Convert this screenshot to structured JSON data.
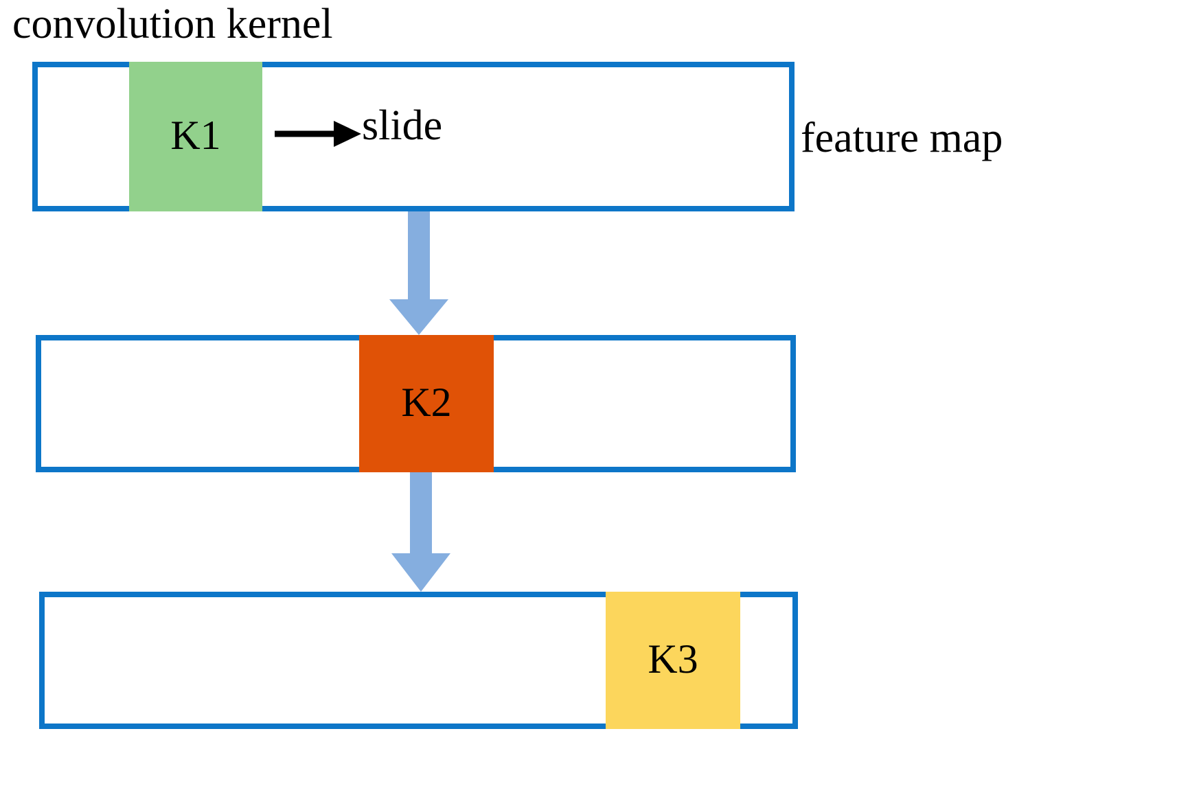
{
  "diagram": {
    "title": "convolution kernel sliding over feature maps",
    "labels": {
      "convolution_kernel": "convolution kernel",
      "feature_map": "feature map",
      "slide": "slide"
    },
    "colors": {
      "border_blue": "#0d76c8",
      "kernel_green": "#92d18c",
      "kernel_orange": "#e05206",
      "kernel_yellow": "#fcd65c",
      "arrow_blue": "#85aedf",
      "arrow_black": "#000000",
      "background": "#ffffff"
    },
    "rows": [
      {
        "id": "row-1",
        "kernel_label": "K1",
        "kernel_color": "#92d18c",
        "kernel_position": "left"
      },
      {
        "id": "row-2",
        "kernel_label": "K2",
        "kernel_color": "#e05206",
        "kernel_position": "center"
      },
      {
        "id": "row-3",
        "kernel_label": "K3",
        "kernel_color": "#fcd65c",
        "kernel_position": "right"
      }
    ],
    "connectors": [
      {
        "id": "slide-arrow",
        "direction": "right",
        "color": "#000000",
        "label": "slide"
      },
      {
        "id": "down-arrow-1",
        "direction": "down",
        "color": "#85aedf",
        "label": ""
      },
      {
        "id": "down-arrow-2",
        "direction": "down",
        "color": "#85aedf",
        "label": ""
      }
    ]
  }
}
